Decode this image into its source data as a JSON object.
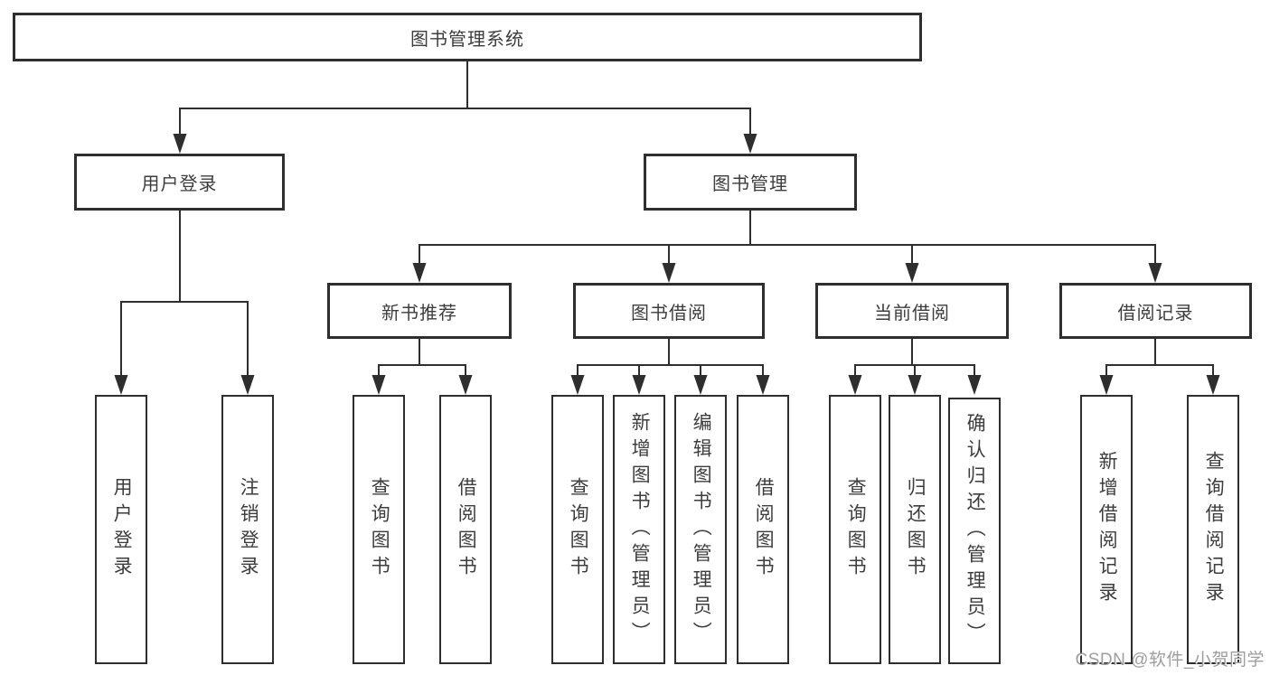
{
  "diagram": {
    "root": "图书管理系统",
    "branches": [
      {
        "label": "用户登录",
        "children": [
          "用户登录",
          "注销登录"
        ]
      },
      {
        "label": "图书管理",
        "sections": [
          {
            "label": "新书推荐",
            "children": [
              "查询图书",
              "借阅图书"
            ]
          },
          {
            "label": "图书借阅",
            "children": [
              "查询图书",
              "新增图书（管理员）",
              "编辑图书（管理员）",
              "借阅图书"
            ]
          },
          {
            "label": "当前借阅",
            "children": [
              "查询图书",
              "归还图书",
              "确认归还（管理员）"
            ]
          },
          {
            "label": "借阅记录",
            "children": [
              "新增借阅记录",
              "查询借阅记录"
            ]
          }
        ]
      }
    ]
  },
  "watermark": "CSDN @软件_小贺同学",
  "colors": {
    "line": "#2e2e2e",
    "text": "#3d3d3d",
    "watermark": "#9e9e9e",
    "background": "#ffffff"
  }
}
